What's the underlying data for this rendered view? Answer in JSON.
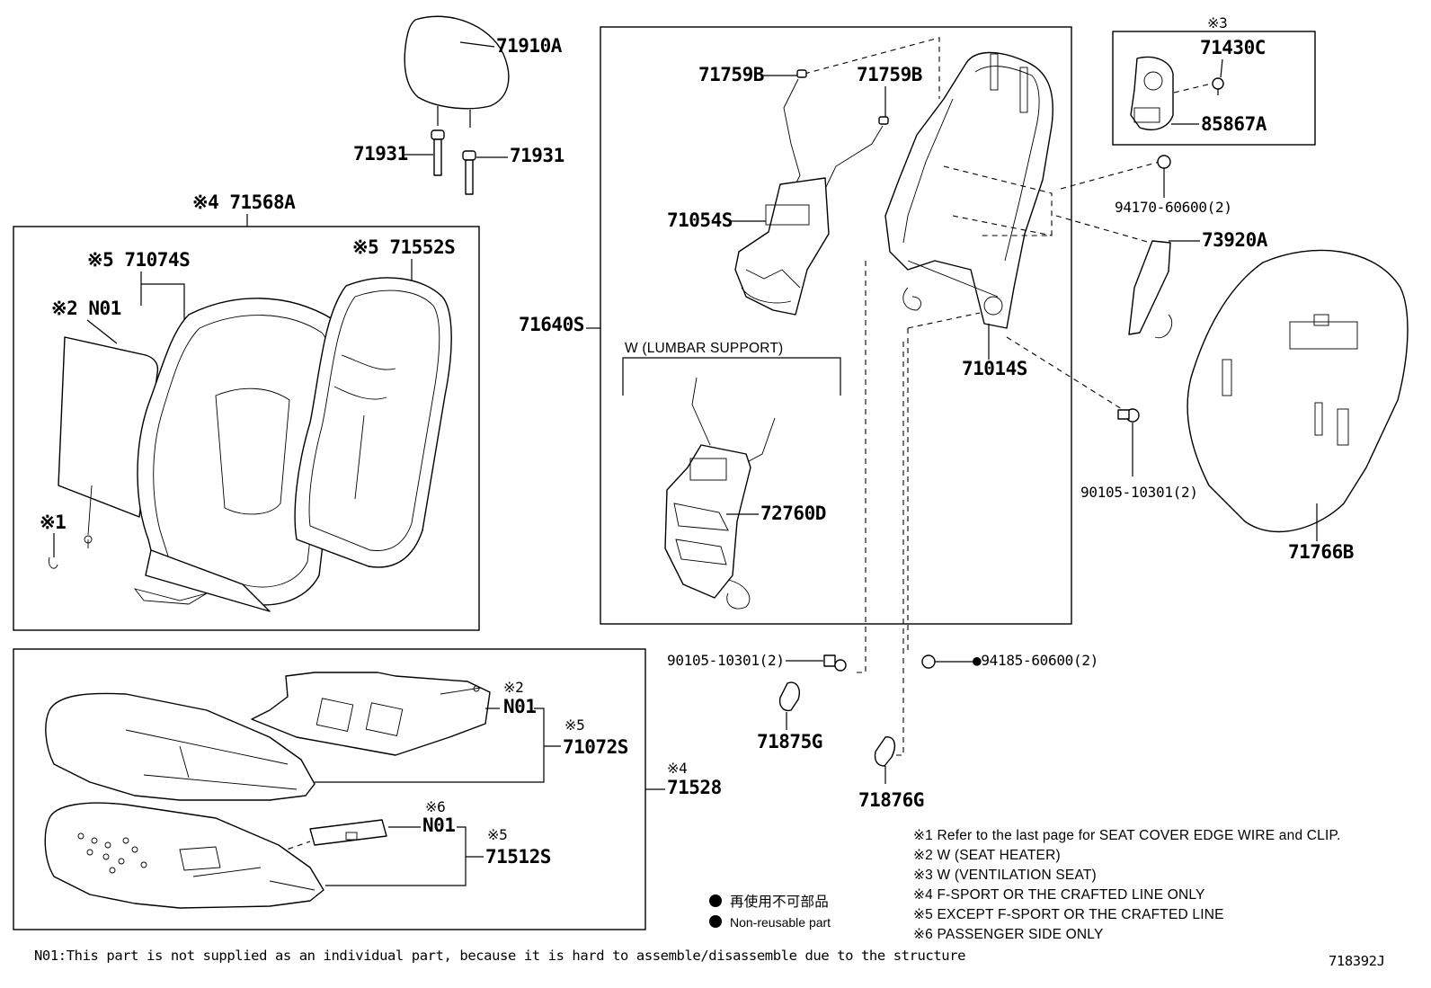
{
  "labels": {
    "p71910A": "71910A",
    "p71931_left": "71931",
    "p71931_right": "71931",
    "g71568A": "※4 71568A",
    "p71074S": "※5 71074S",
    "p71552S": "※5 71552S",
    "pN01_back": "※2 N01",
    "note_ref1": "※1",
    "p71759B_left": "71759B",
    "p71759B_right": "71759B",
    "p71054S": "71054S",
    "p71640S": "71640S",
    "lumbar_title": "W (LUMBAR  SUPPORT)",
    "p72760D": "72760D",
    "p71014S": "71014S",
    "ref_vent": "※3",
    "p71430C": "71430C",
    "p85867A": "85867A",
    "p94170": "94170-60600(2)",
    "p73920A": "73920A",
    "p90105_right": "90105-10301(2)",
    "p71766B": "71766B",
    "p90105_left": "90105-10301(2)",
    "p94185": "●94185-60600(2)",
    "p71875G": "71875G",
    "p71876G": "71876G",
    "ref_heater": "※2",
    "pN01_heater": "N01",
    "ref_71072S": "※5",
    "p71072S": "71072S",
    "ref_71528": "※4",
    "p71528": "71528",
    "ref_passenger": "※6",
    "pN01_passenger": "N01",
    "ref_71512S": "※5",
    "p71512S": "71512S"
  },
  "legend": {
    "jp": "再使用不可部品",
    "en": "Non-reusable part"
  },
  "notes": [
    "※1  Refer to the last page for SEAT COVER EDGE WIRE and CLIP.",
    "※2  W (SEAT  HEATER)",
    "※3  W (VENTILATION  SEAT)",
    "※4  F-SPORT OR THE CRAFTED LINE ONLY",
    "※5  EXCEPT  F-SPORT OR THE CRAFTED LINE",
    "※6  PASSENGER  SIDE  ONLY"
  ],
  "footer": {
    "n01_note": "N01:This part is not supplied as an individual part, because it is hard to assemble/disassemble due to the structure",
    "diagram_id": "718392J"
  }
}
